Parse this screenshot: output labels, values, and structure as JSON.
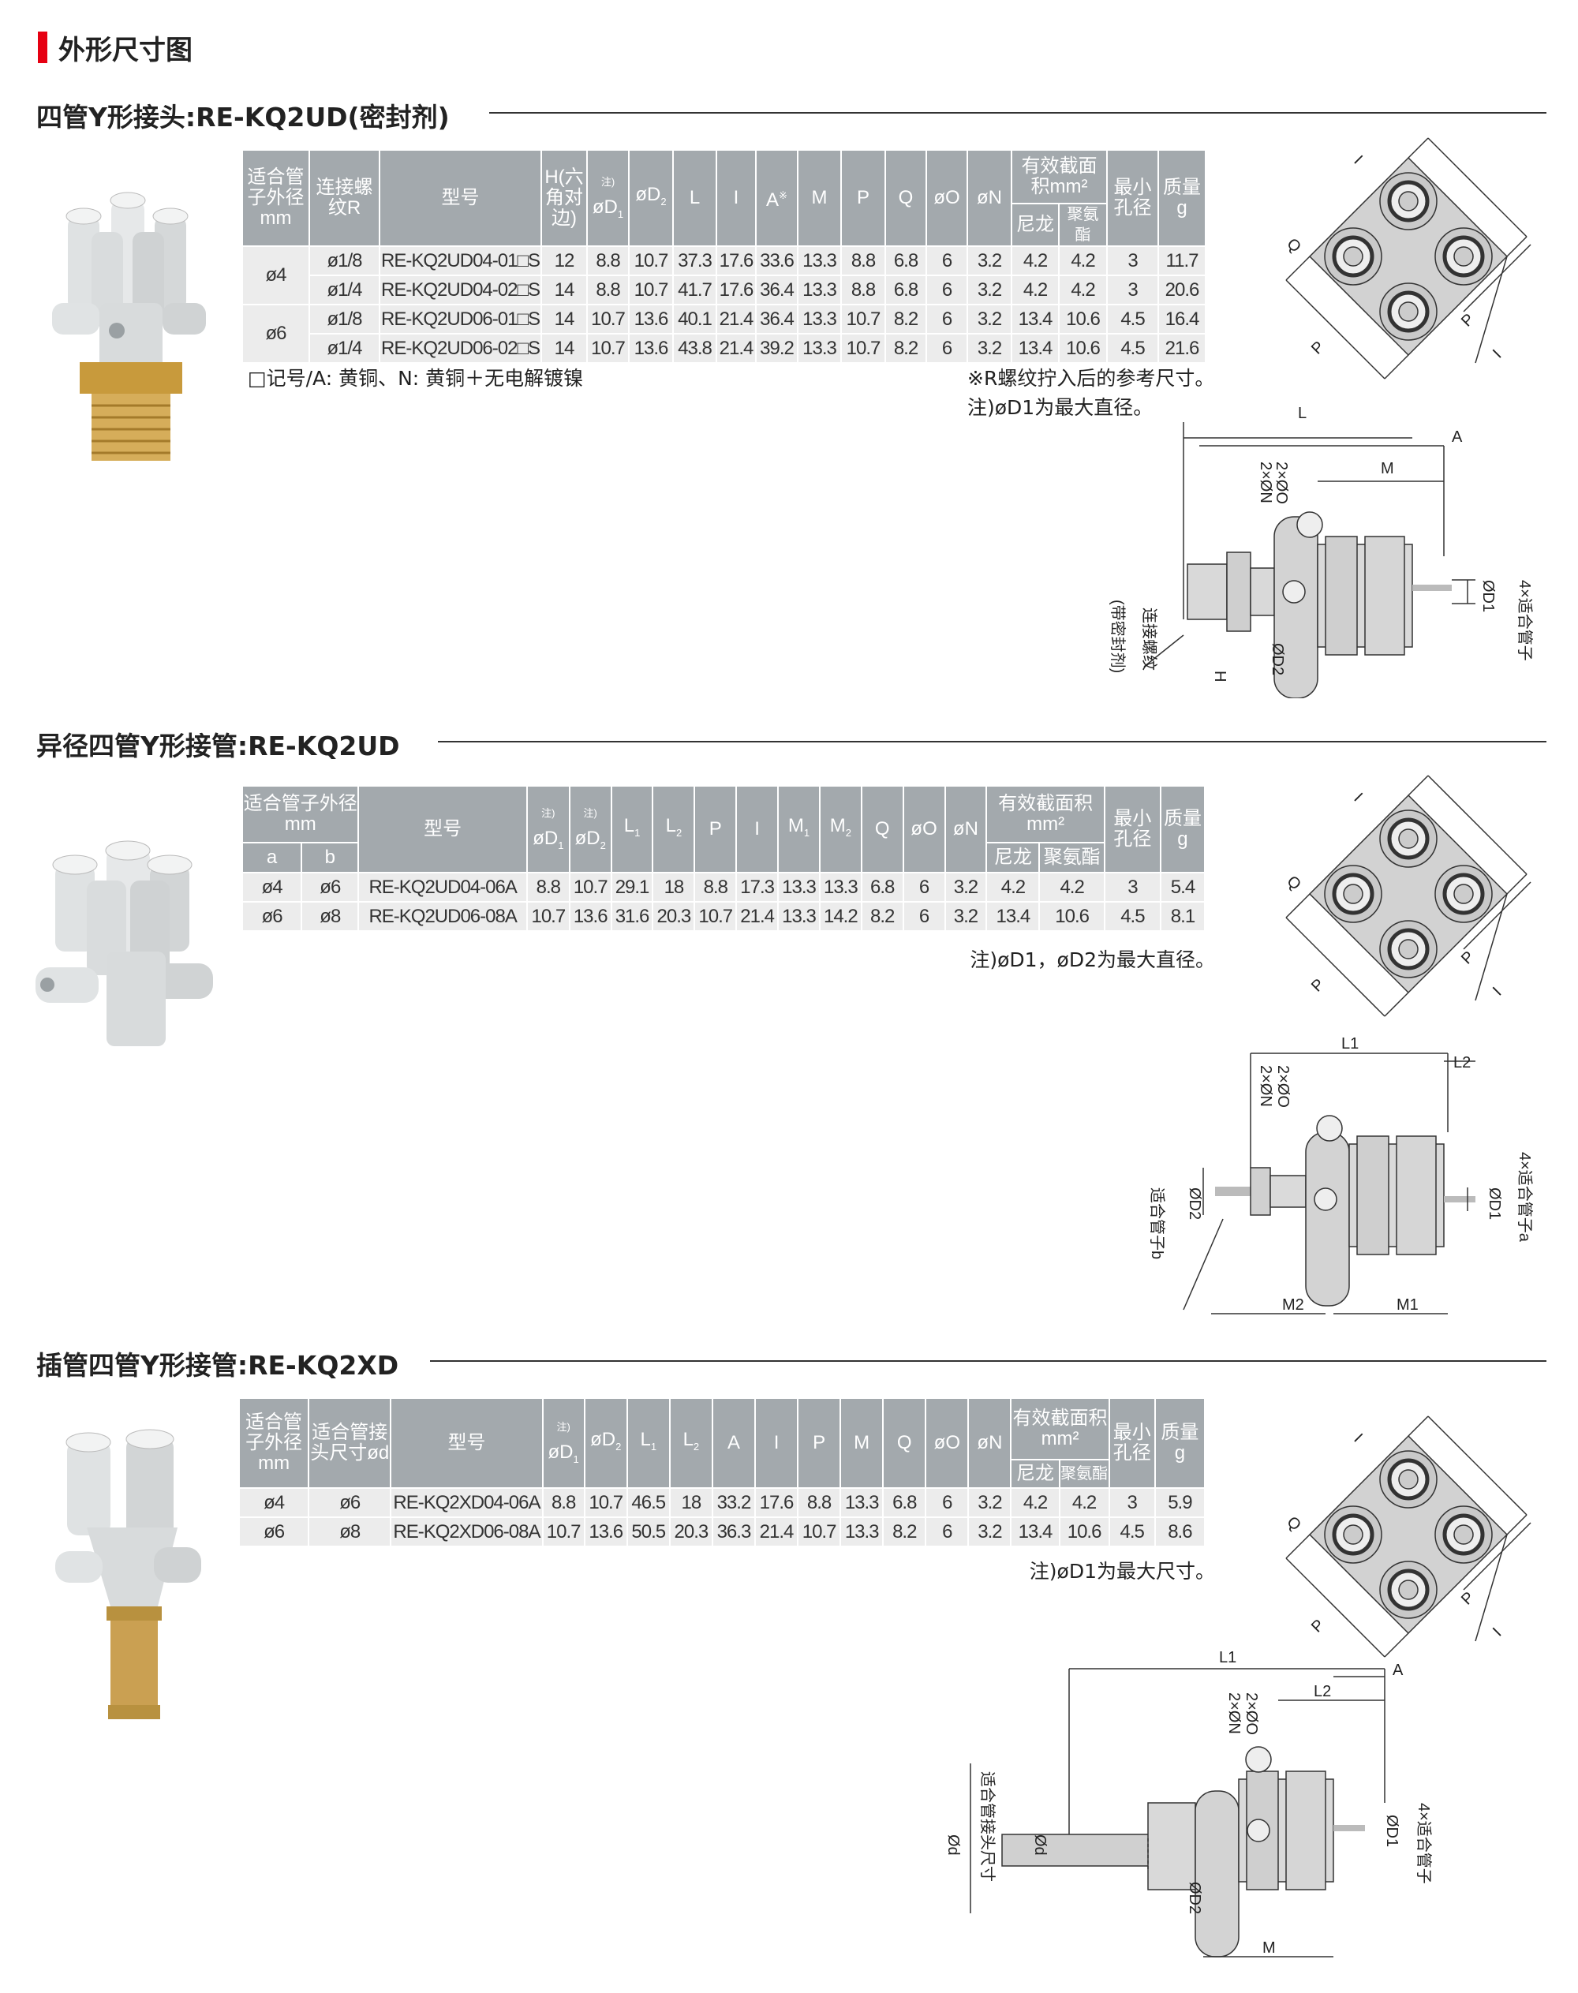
{
  "page_title": "外形尺寸图",
  "sections": [
    {
      "heading": "四管Y形接头:RE-KQ2UD(密封剂)",
      "headers": {
        "tube_od": "适合管子外径mm",
        "thread": "连接螺纹R",
        "model": "型号",
        "h": "H(六角对边)",
        "note_mark": "注)",
        "d1": "øD",
        "d1_sub": "1",
        "d2": "øD",
        "d2_sub": "2",
        "l": "L",
        "i": "I",
        "a": "A",
        "a_mark": "※",
        "m": "M",
        "p": "P",
        "q": "Q",
        "o": "øO",
        "n": "øN",
        "area": "有效截面积mm²",
        "nylon": "尼龙",
        "pu": "聚氨酯",
        "bore": "最小孔径",
        "mass": "质量g"
      },
      "groups": [
        {
          "tube": "ø4",
          "rows": [
            [
              "ø1/8",
              "RE-KQ2UD04-01□S",
              "12",
              "8.8",
              "10.7",
              "37.3",
              "17.6",
              "33.6",
              "13.3",
              "8.8",
              "6.8",
              "6",
              "3.2",
              "4.2",
              "4.2",
              "3",
              "11.7"
            ],
            [
              "ø1/4",
              "RE-KQ2UD04-02□S",
              "14",
              "8.8",
              "10.7",
              "41.7",
              "17.6",
              "36.4",
              "13.3",
              "8.8",
              "6.8",
              "6",
              "3.2",
              "4.2",
              "4.2",
              "3",
              "20.6"
            ]
          ]
        },
        {
          "tube": "ø6",
          "rows": [
            [
              "ø1/8",
              "RE-KQ2UD06-01□S",
              "14",
              "10.7",
              "13.6",
              "40.1",
              "21.4",
              "36.4",
              "13.3",
              "10.7",
              "8.2",
              "6",
              "3.2",
              "13.4",
              "10.6",
              "4.5",
              "16.4"
            ],
            [
              "ø1/4",
              "RE-KQ2UD06-02□S",
              "14",
              "10.7",
              "13.6",
              "43.8",
              "21.4",
              "39.2",
              "13.3",
              "10.7",
              "8.2",
              "6",
              "3.2",
              "13.4",
              "10.6",
              "4.5",
              "21.6"
            ]
          ]
        }
      ],
      "note_left": "□记号/A: 黄铜、N: 黄铜＋无电解镀镍",
      "note_right1": "※R螺纹拧入后的参考尺寸。",
      "note_right2": "注)øD1为最大直径。",
      "top_labels": {
        "i": "I",
        "q": "Q",
        "p": "P"
      },
      "side_labels": {
        "l": "L",
        "a": "A",
        "m": "M",
        "o": "2×ØO",
        "n": "2×ØN",
        "d1": "ØD1",
        "tube": "4×适合管子",
        "d2": "ØD2",
        "h": "H",
        "thread": "连接螺纹",
        "sealant": "(带密封剂)"
      }
    },
    {
      "heading": "异径四管Y形接管:RE-KQ2UD",
      "headers": {
        "tube_od": "适合管子外径mm",
        "a": "a",
        "b": "b",
        "model": "型号",
        "note_mark": "注)",
        "d1": "øD",
        "d2": "øD",
        "l1": "L",
        "l2": "L",
        "p": "P",
        "i": "I",
        "m1": "M",
        "m2": "M",
        "q": "Q",
        "o": "øO",
        "n": "øN",
        "area": "有效截面积mm²",
        "nylon": "尼龙",
        "pu": "聚氨酯",
        "bore": "最小孔径",
        "mass": "质量g"
      },
      "rows": [
        [
          "ø4",
          "ø6",
          "RE-KQ2UD04-06A",
          "8.8",
          "10.7",
          "29.1",
          "18",
          "8.8",
          "17.3",
          "13.3",
          "13.3",
          "6.8",
          "6",
          "3.2",
          "4.2",
          "4.2",
          "3",
          "5.4"
        ],
        [
          "ø6",
          "ø8",
          "RE-KQ2UD06-08A",
          "10.7",
          "13.6",
          "31.6",
          "20.3",
          "10.7",
          "21.4",
          "13.3",
          "14.2",
          "8.2",
          "6",
          "3.2",
          "13.4",
          "10.6",
          "4.5",
          "8.1"
        ]
      ],
      "note_right": "注)øD1，øD2为最大直径。",
      "top_labels": {
        "i": "I",
        "q": "Q",
        "p": "P"
      },
      "side_labels": {
        "l1": "L1",
        "l2": "L2",
        "o": "2×ØO",
        "n": "2×ØN",
        "d2": "ØD2",
        "tube_b": "适合管子b",
        "d1": "ØD1",
        "tube_a": "4×适合管子a",
        "m2": "M2",
        "m1": "M1"
      }
    },
    {
      "heading": "插管四管Y形接管:RE-KQ2XD",
      "headers": {
        "tube_od": "适合管子外径mm",
        "plug": "适合管接头尺寸ød",
        "model": "型号",
        "note_mark": "注)",
        "d1": "øD",
        "d2": "øD",
        "l1": "L",
        "l2": "L",
        "a": "A",
        "i": "I",
        "p": "P",
        "m": "M",
        "q": "Q",
        "o": "øO",
        "n": "øN",
        "area": "有效截面积mm²",
        "nylon": "尼龙",
        "pu": "聚氨酯",
        "bore": "最小孔径",
        "mass": "质量g"
      },
      "rows": [
        [
          "ø4",
          "ø6",
          "RE-KQ2XD04-06A",
          "8.8",
          "10.7",
          "46.5",
          "18",
          "33.2",
          "17.6",
          "8.8",
          "13.3",
          "6.8",
          "6",
          "3.2",
          "4.2",
          "4.2",
          "3",
          "5.9"
        ],
        [
          "ø6",
          "ø8",
          "RE-KQ2XD06-08A",
          "10.7",
          "13.6",
          "50.5",
          "20.3",
          "36.3",
          "21.4",
          "10.7",
          "13.3",
          "8.2",
          "6",
          "3.2",
          "13.4",
          "10.6",
          "4.5",
          "8.6"
        ]
      ],
      "note_right": "注)øD1为最大尺寸。",
      "top_labels": {
        "i": "I",
        "q": "Q",
        "p": "P"
      },
      "side_labels": {
        "l1": "L1",
        "a": "A",
        "l2": "L2",
        "o": "2×ØO",
        "n": "2×ØN",
        "plug": "适合管接头尺寸",
        "d": "Ød",
        "d1": "ØD1",
        "tube": "4×适合管子",
        "d2": "ØD2",
        "m": "M"
      }
    }
  ]
}
